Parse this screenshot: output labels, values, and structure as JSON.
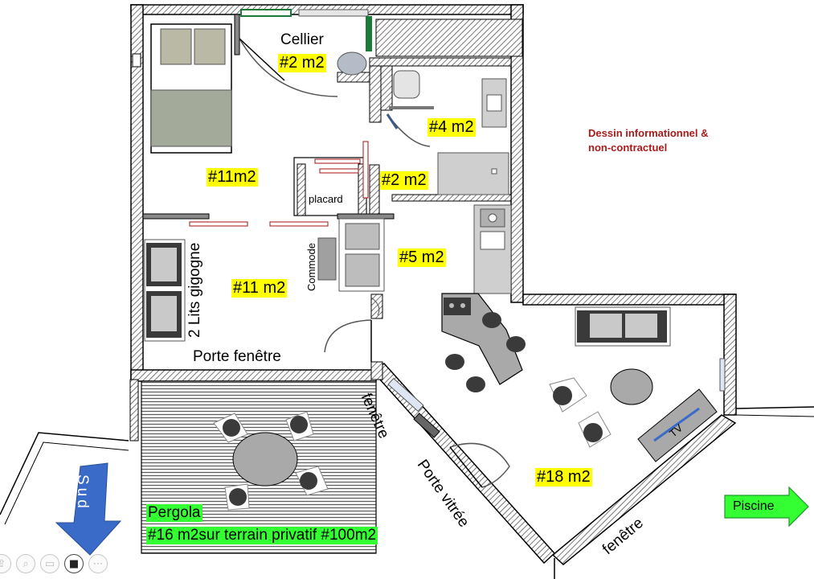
{
  "rooms": {
    "cellier_name": "Cellier",
    "cellier_area": "#2 m2",
    "bedroom1_area": "#11m2",
    "bathroom_area": "#4 m2",
    "wc_area": "#2 m2",
    "hall_area": "#5 m2",
    "bedroom2_area": "#11 m2",
    "living_area": "#18 m2"
  },
  "labels": {
    "placard": "placard",
    "commode": "Commode",
    "bunk_beds": "2 Lits  gigogne",
    "porte_fenetre": "Porte fenêtre",
    "fenetre_1": "fenêtre",
    "porte_vitree": "Porte  vitrée",
    "fenetre_2": "fenêtre",
    "tv": "TV"
  },
  "notes": {
    "line1": "Dessin informationnel &",
    "line2": "non-contractuel"
  },
  "pergola": {
    "title": "Pergola",
    "detail": "#16 m2sur terrain privatif #100m2"
  },
  "arrows": {
    "sud": "Sud",
    "piscine": "Piscine"
  },
  "colors": {
    "highlight_yellow": "#ffff00",
    "highlight_green": "#33ff33",
    "note_red": "#a81c1c",
    "arrow_blue": "#3a6bc9",
    "wall_hatch": "#9a9a9a",
    "furniture_gray": "#a9a9a9"
  },
  "toolbar": {
    "buttons": [
      "share-icon",
      "zoom-icon",
      "keyboard-icon",
      "video-icon",
      "more-icon"
    ]
  }
}
